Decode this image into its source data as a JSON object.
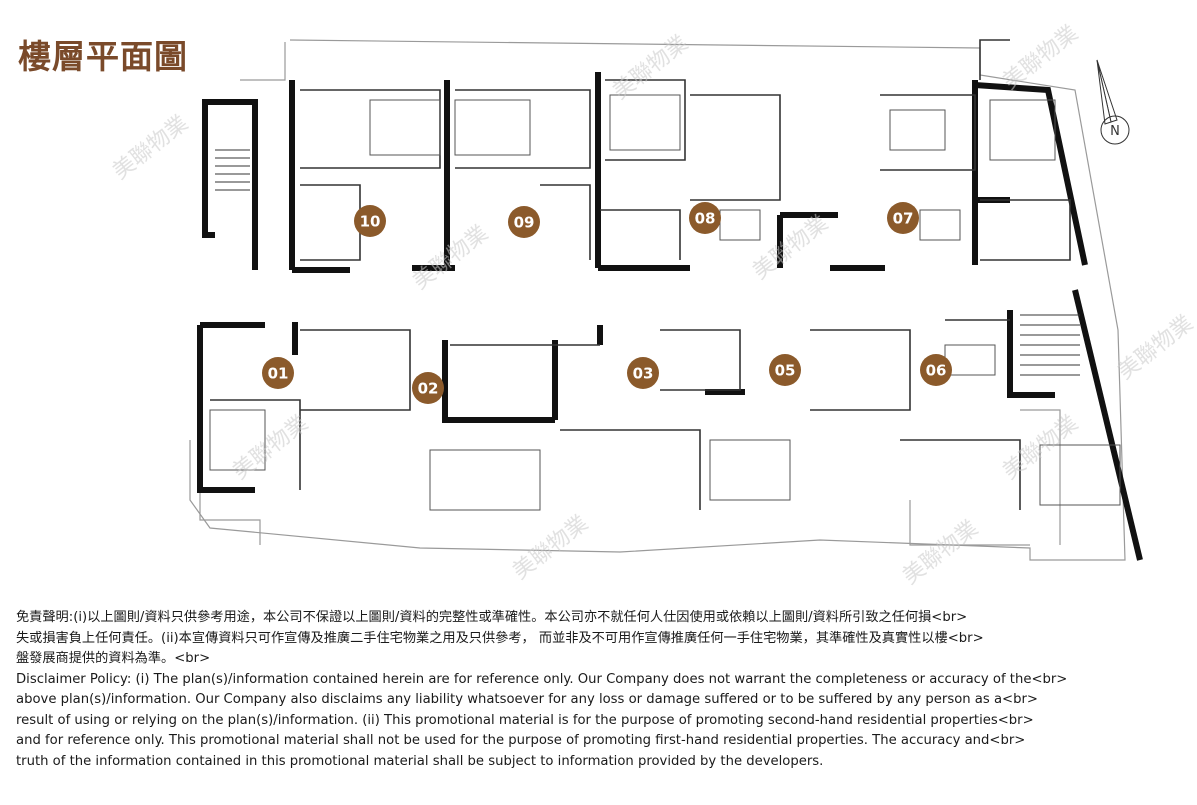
{
  "title": "樓層平面圖",
  "compass": {
    "label": "N"
  },
  "watermark": "美聯物業",
  "units": [
    {
      "id": "10",
      "color": "#8b5a2b"
    },
    {
      "id": "09",
      "color": "#8b5a2b"
    },
    {
      "id": "08",
      "color": "#8b5a2b"
    },
    {
      "id": "07",
      "color": "#8b5a2b"
    },
    {
      "id": "01",
      "color": "#8b5a2b"
    },
    {
      "id": "02",
      "color": "#8b5a2b"
    },
    {
      "id": "03",
      "color": "#8b5a2b"
    },
    {
      "id": "05",
      "color": "#8b5a2b"
    },
    {
      "id": "06",
      "color": "#8b5a2b"
    }
  ],
  "disclaimer": {
    "zh": [
      "免責聲明:(i)以上圖則/資料只供參考用途，本公司不保證以上圖則/資料的完整性或準確性。本公司亦不就任何人仕因使用或依賴以上圖則/資料所引致之任何損<br>",
      "失或損害負上任何責任。(ii)本宣傳資料只可作宣傳及推廣二手住宅物業之用及只供參考， 而並非及不可用作宣傳推廣任何一手住宅物業，其準確性及真實性以樓<br>",
      "盤發展商提供的資料為準。<br>"
    ],
    "en": [
      "Disclaimer Policy: (i) The plan(s)/information contained herein are for reference only. Our Company does not warrant the completeness or accuracy of the<br>",
      "above plan(s)/information. Our Company also disclaims any liability whatsoever for any loss or damage suffered or to be suffered by any person as a<br>",
      "result of using or relying on the plan(s)/information. (ii) This promotional material is for the purpose of promoting second-hand residential properties<br>",
      "and for reference only. This promotional material shall not be used for the purpose of promoting first-hand residential properties. The accuracy and<br>",
      "truth of the information contained in this promotional material shall be subject to information provided by the developers."
    ]
  }
}
